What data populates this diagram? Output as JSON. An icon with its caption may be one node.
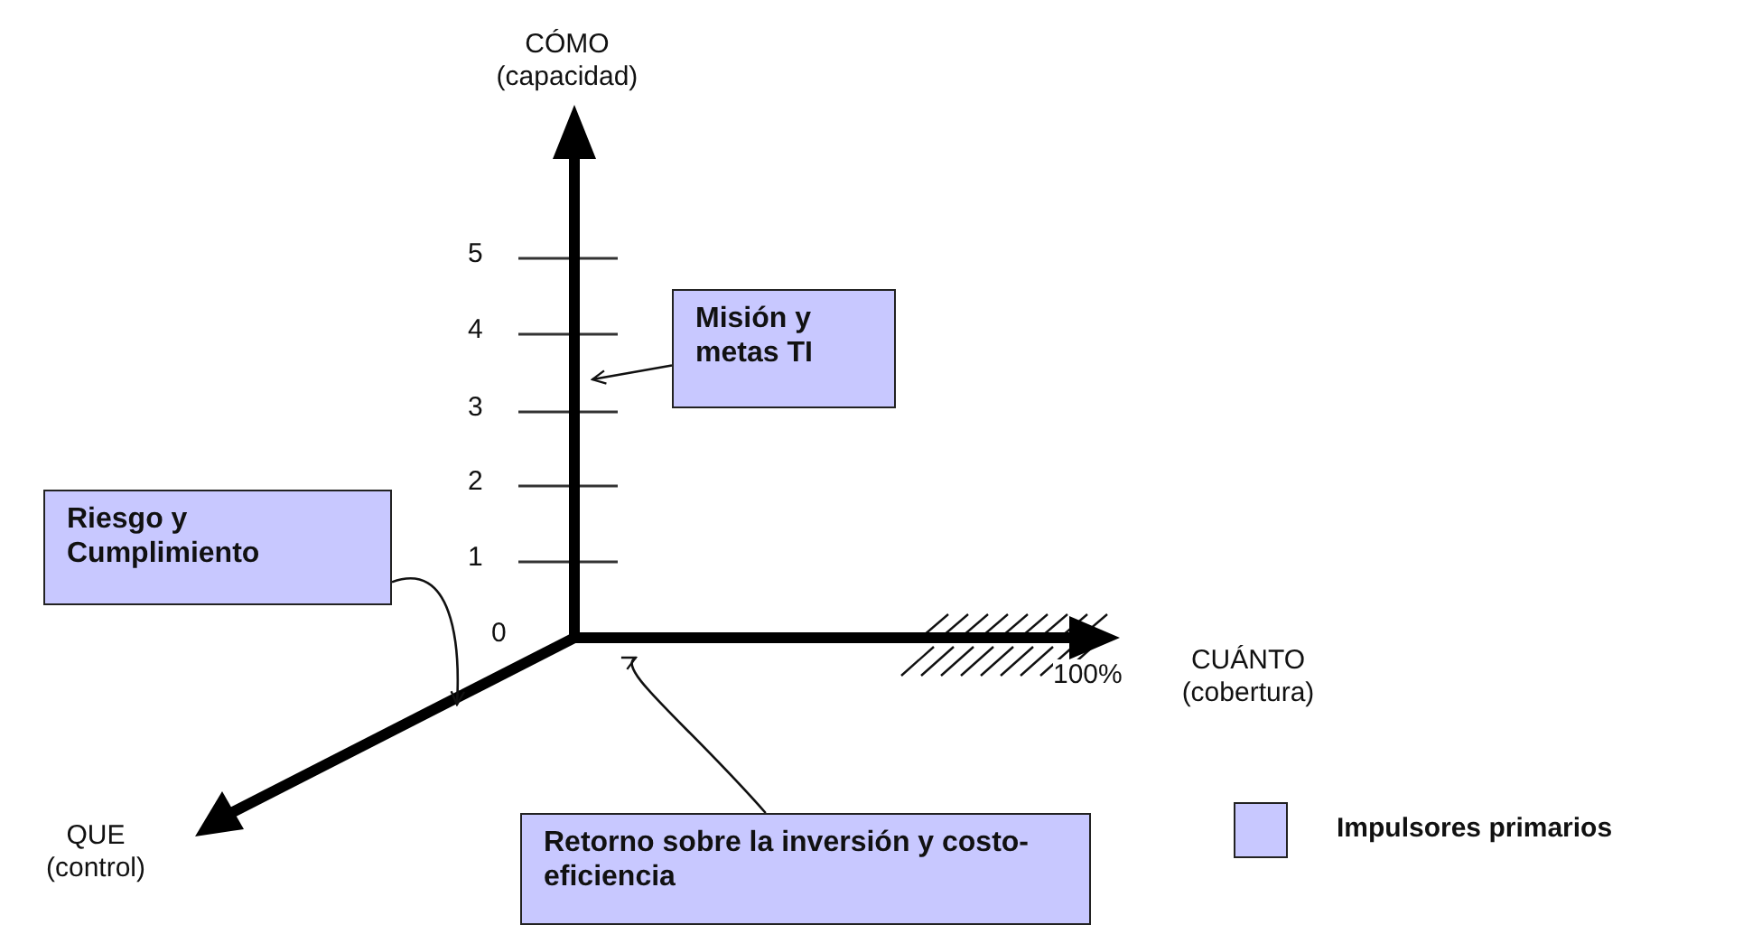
{
  "diagram": {
    "nodes": [
      {
        "text": [
          "Misión y metas TI"
        ]
      },
      {
        "text": [
          "Riesgo y Cumplimiento"
        ]
      },
      {
        "text": [
          "Retorno sobre la inversión y costo-eficiencia"
        ]
      }
    ],
    "edges": [
      {
        "from": 0,
        "to": null,
        "arrow": "to"
      },
      {
        "from": 1,
        "to": null,
        "arrow": "to"
      },
      {
        "from": 2,
        "to": null,
        "arrow": "to"
      }
    ],
    "labels": [
      "CÓMO (capacidad)",
      "5",
      "4",
      "3",
      "2",
      "1",
      "0",
      "CUÁNTO (cobertura)",
      "100%",
      "QUE (control)"
    ],
    "legend": [
      {
        "text": "Impulsores primarios",
        "color": "#c8c8ff"
      }
    ]
  }
}
